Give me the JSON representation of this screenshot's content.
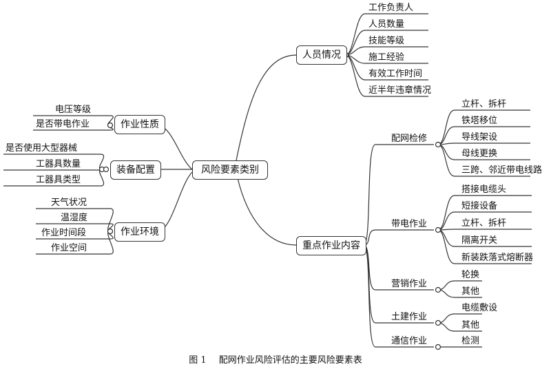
{
  "root": "风险要素类别",
  "caption": {
    "figure": "图 1",
    "title": "配网作业风险评估的主要风险要素表"
  },
  "branches": {
    "personnel": {
      "label": "人员情况",
      "items": [
        "工作负责人",
        "人员数量",
        "技能等级",
        "施工经验",
        "有效工作时间",
        "近半年违章情况"
      ]
    },
    "work_nature": {
      "label": "作业性质",
      "items": [
        "电压等级",
        "是否带电作业"
      ]
    },
    "equipment": {
      "label": "装备配置",
      "items": [
        "是否使用大型器械",
        "工器具数量",
        "工器具类型"
      ]
    },
    "environment": {
      "label": "作业环境",
      "items": [
        "天气状况",
        "温湿度",
        "作业时间段",
        "作业空间"
      ]
    },
    "key_work": {
      "label": "重点作业内容",
      "groups": [
        {
          "label": "配网检修",
          "items": [
            "立杆、拆杆",
            "铁塔移位",
            "导线架设",
            "母线更换",
            "三跨、邻近带电线路"
          ]
        },
        {
          "label": "带电作业",
          "items": [
            "搭接电缆头",
            "短接设备",
            "立杆、拆杆",
            "隔离开关",
            "新装跌落式熔断器"
          ]
        },
        {
          "label": "营销作业",
          "items": [
            "轮换",
            "其他"
          ]
        },
        {
          "label": "土建作业",
          "items": [
            "电缆敷设",
            "其他"
          ]
        },
        {
          "label": "通信作业",
          "items": [
            "检测"
          ]
        }
      ]
    }
  }
}
